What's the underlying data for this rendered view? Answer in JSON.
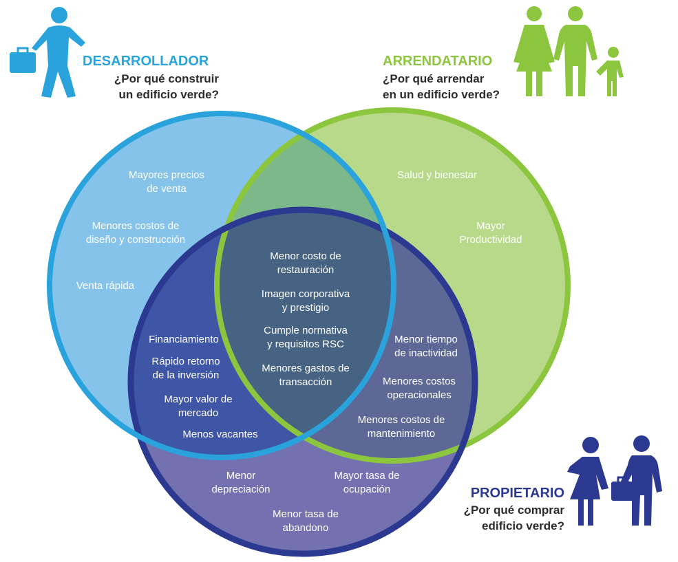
{
  "colors": {
    "developer": "#2aa3dc",
    "tenant": "#8cc63f",
    "owner": "#2b3990",
    "text": "#2b2b2b"
  },
  "icons": {
    "developer": "person-with-briefcase-icon",
    "tenant": "family-icon",
    "owner": "couple-icon"
  },
  "roles": {
    "developer": {
      "title": "DESARROLLADOR",
      "question": [
        "¿Por qué construir",
        "un edificio verde?"
      ]
    },
    "tenant": {
      "title": "ARRENDATARIO",
      "question": [
        "¿Por qué arrendar",
        "en un edificio verde?"
      ]
    },
    "owner": {
      "title": "PROPIETARIO",
      "question": [
        "¿Por qué comprar",
        "edificio verde?"
      ]
    }
  },
  "labels": {
    "developer_only": [
      [
        "Mayores precios",
        "de venta"
      ],
      [
        "Menores costos de",
        "diseño y construcción"
      ],
      [
        "Venta rápida"
      ]
    ],
    "tenant_only": [
      [
        "Salud y bienestar"
      ],
      [
        "Mayor",
        "Productividad"
      ]
    ],
    "all_three": [
      [
        "Menor costo de",
        "restauración"
      ],
      [
        "Imagen corporativa",
        "y prestigio"
      ],
      [
        "Cumple normativa",
        "y requisitos RSC"
      ],
      [
        "Menores gastos de",
        "transacción"
      ]
    ],
    "developer_owner": [
      [
        "Financiamiento"
      ],
      [
        "Rápido retorno",
        "de la inversión"
      ],
      [
        "Mayor valor de",
        "mercado"
      ],
      [
        "Menos vacantes"
      ]
    ],
    "tenant_owner": [
      [
        "Menor tiempo",
        "de inactividad"
      ],
      [
        "Menores costos",
        "operacionales"
      ],
      [
        "Menores costos de",
        "mantenimiento"
      ]
    ],
    "owner_only": [
      [
        "Menor",
        "depreciación"
      ],
      [
        "Mayor tasa de",
        "ocupación"
      ],
      [
        "Menor tasa de",
        "abandono"
      ]
    ]
  }
}
